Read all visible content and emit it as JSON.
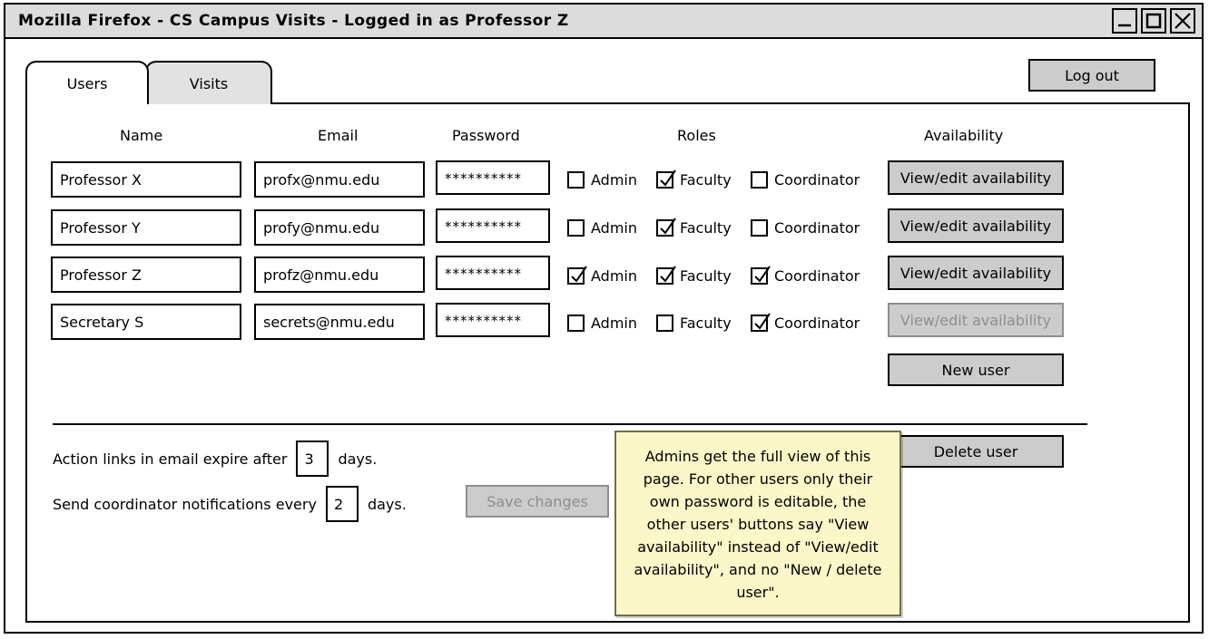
{
  "window": {
    "title": "Mozilla Firefox - CS Campus Visits - Logged in as Professor Z",
    "controls": [
      {
        "name": "minimize",
        "icon": "minimize-icon"
      },
      {
        "name": "maximize",
        "icon": "maximize-icon"
      },
      {
        "name": "close",
        "icon": "close-icon"
      }
    ]
  },
  "tabs": [
    {
      "label": "Users",
      "active": true
    },
    {
      "label": "Visits",
      "active": false
    }
  ],
  "header": {
    "logout_label": "Log out"
  },
  "table": {
    "columns": [
      "Name",
      "Email",
      "Password",
      "Roles",
      "Availability"
    ],
    "role_labels": [
      "Admin",
      "Faculty",
      "Coordinator"
    ],
    "rows": [
      {
        "name": "Professor X",
        "email": "profx@nmu.edu",
        "password": "**********",
        "roles": {
          "admin": false,
          "faculty": true,
          "coordinator": false
        },
        "availability_label": "View/edit availability",
        "availability_disabled": false
      },
      {
        "name": "Professor Y",
        "email": "profy@nmu.edu",
        "password": "**********",
        "roles": {
          "admin": false,
          "faculty": true,
          "coordinator": false
        },
        "availability_label": "View/edit availability",
        "availability_disabled": false
      },
      {
        "name": "Professor Z",
        "email": "profz@nmu.edu",
        "password": "**********",
        "roles": {
          "admin": true,
          "faculty": true,
          "coordinator": true
        },
        "availability_label": "View/edit availability",
        "availability_disabled": false
      },
      {
        "name": "Secretary S",
        "email": "secrets@nmu.edu",
        "password": "**********",
        "roles": {
          "admin": false,
          "faculty": false,
          "coordinator": true
        },
        "availability_label": "View/edit availability",
        "availability_disabled": true
      }
    ]
  },
  "actions": {
    "new_user_label": "New user",
    "delete_user_label": "Delete user",
    "save_changes_label": "Save changes",
    "save_changes_disabled": true
  },
  "settings": {
    "expiry": {
      "prefix": "Action links in email expire after",
      "value": "3",
      "suffix": "days."
    },
    "notifications": {
      "prefix": "Send coordinator notifications every",
      "value": "2",
      "suffix": "days."
    }
  },
  "note": {
    "text": "Admins get the full view of this page. For other users only their own password is editable, the other users' buttons say \"View availability\" instead of \"View/edit availability\", and no \"New / delete user\"."
  },
  "colors": {
    "titlebar": "#dcdcdc",
    "button": "#cccccc",
    "disabled_text": "#8e8e8e",
    "inactive_tab": "#e2e2e2",
    "sticky_note": "#fbf7c8",
    "sticky_note_border": "#6f6f4a",
    "outline": "#000000"
  }
}
